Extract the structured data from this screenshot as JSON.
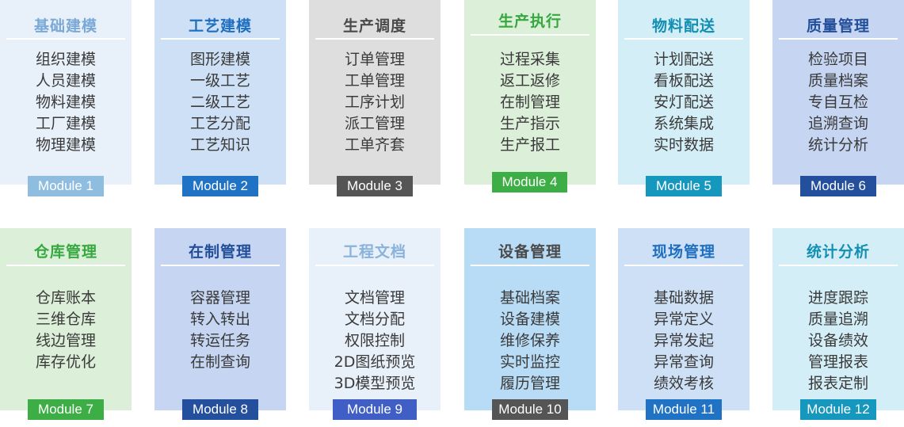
{
  "modules": [
    {
      "title": "基础建模",
      "items": [
        "组织建模",
        "人员建模",
        "物料建模",
        "工厂建模",
        "物理建模"
      ],
      "label": "Module 1",
      "colors": {
        "bg": "#e8f0fa",
        "title": "#7aa9d6",
        "badge": "#8fbde0"
      }
    },
    {
      "title": "工艺建模",
      "items": [
        "图形建模",
        "一级工艺",
        "二级工艺",
        "工艺分配",
        "工艺知识"
      ],
      "label": "Module 2",
      "colors": {
        "bg": "#cde0f5",
        "title": "#1f6fc1",
        "badge": "#1f72c4"
      }
    },
    {
      "title": "生产调度",
      "items": [
        "订单管理",
        "工单管理",
        "工序计划",
        "派工管理",
        "工单齐套"
      ],
      "label": "Module 3",
      "colors": {
        "bg": "#dedede",
        "title": "#4a4a4a",
        "badge": "#555555"
      }
    },
    {
      "title": "生产执行",
      "items": [
        "过程采集",
        "返工返修",
        "在制管理",
        "生产指示",
        "生产报工"
      ],
      "label": "Module 4",
      "colors": {
        "bg": "#dcefd9",
        "title": "#36a83f",
        "badge": "#3dae45"
      }
    },
    {
      "title": "物料配送",
      "items": [
        "计划配送",
        "看板配送",
        "安灯配送",
        "系统集成",
        "实时数据"
      ],
      "label": "Module 5",
      "colors": {
        "bg": "#d3eef6",
        "title": "#148fb4",
        "badge": "#1697bd"
      }
    },
    {
      "title": "质量管理",
      "items": [
        "检验项目",
        "质量档案",
        "专自互检",
        "追溯查询",
        "统计分析"
      ],
      "label": "Module 6",
      "colors": {
        "bg": "#c6d6f2",
        "title": "#234e9a",
        "badge": "#234f9c"
      }
    },
    {
      "title": "仓库管理",
      "items": [
        "仓库账本",
        "三维仓库",
        "线边管理",
        "库存优化"
      ],
      "label": "Module 7",
      "colors": {
        "bg": "#dcefd9",
        "title": "#36a83f",
        "badge": "#3dae45"
      }
    },
    {
      "title": "在制管理",
      "items": [
        "容器管理",
        "转入转出",
        "转运任务",
        "在制查询"
      ],
      "label": "Module 8",
      "colors": {
        "bg": "#c6d6f2",
        "title": "#234e9a",
        "badge": "#234f9c"
      }
    },
    {
      "title": "工程文档",
      "items": [
        "文档管理",
        "文档分配",
        "权限控制",
        "2D图纸预览",
        "3D模型预览"
      ],
      "label": "Module 9",
      "colors": {
        "bg": "#e8f0fa",
        "title": "#8ab2da",
        "badge": "#3f5fc6"
      }
    },
    {
      "title": "设备管理",
      "items": [
        "基础档案",
        "设备建模",
        "维修保养",
        "实时监控",
        "履历管理"
      ],
      "label": "Module 10",
      "colors": {
        "bg": "#b9dcf6",
        "title": "#4a4a4a",
        "badge": "#555555"
      }
    },
    {
      "title": "现场管理",
      "items": [
        "基础数据",
        "异常定义",
        "异常发起",
        "异常查询",
        "绩效考核"
      ],
      "label": "Module 11",
      "colors": {
        "bg": "#cde0f5",
        "title": "#1f6fc1",
        "badge": "#1f72c4"
      }
    },
    {
      "title": "统计分析",
      "items": [
        "进度跟踪",
        "质量追溯",
        "设备绩效",
        "管理报表",
        "报表定制"
      ],
      "label": "Module 12",
      "colors": {
        "bg": "#d3eef6",
        "title": "#148fb4",
        "badge": "#1697bd"
      }
    }
  ]
}
